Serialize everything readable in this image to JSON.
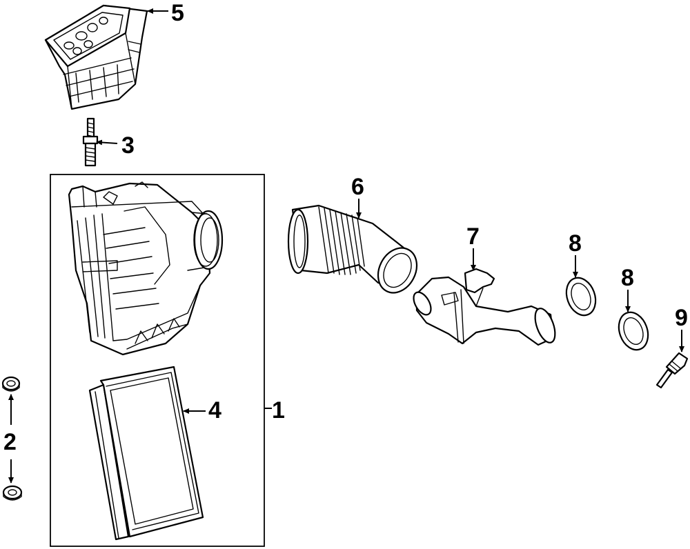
{
  "diagram": {
    "colors": {
      "line": "#000000",
      "background": "#ffffff"
    },
    "callouts": [
      {
        "id": "1",
        "label": "1",
        "part": "air-cleaner-assembly"
      },
      {
        "id": "2",
        "label": "2",
        "part": "grommet"
      },
      {
        "id": "3",
        "label": "3",
        "part": "stud"
      },
      {
        "id": "4",
        "label": "4",
        "part": "air-filter-element"
      },
      {
        "id": "5",
        "label": "5",
        "part": "intake-duct"
      },
      {
        "id": "6",
        "label": "6",
        "part": "intake-hose"
      },
      {
        "id": "7",
        "label": "7",
        "part": "outlet-duct"
      },
      {
        "id": "8a",
        "label": "8",
        "part": "seal-ring"
      },
      {
        "id": "8b",
        "label": "8",
        "part": "seal-ring"
      },
      {
        "id": "9",
        "label": "9",
        "part": "temperature-sensor"
      }
    ]
  }
}
